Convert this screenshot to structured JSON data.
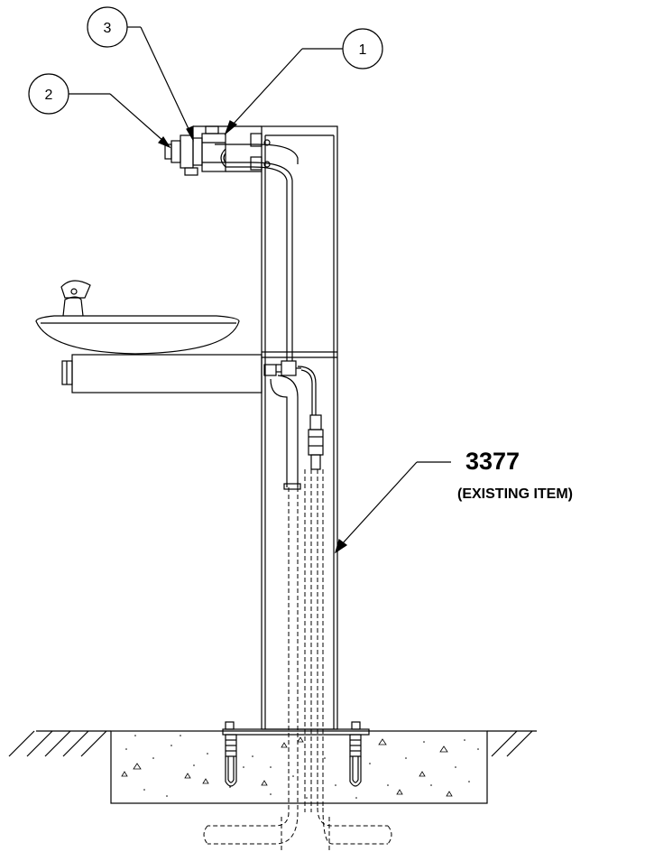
{
  "callouts": [
    {
      "id": "1",
      "label": "1"
    },
    {
      "id": "2",
      "label": "2"
    },
    {
      "id": "3",
      "label": "3"
    }
  ],
  "item": {
    "number": "3377",
    "description": "(EXISTING ITEM)"
  },
  "colors": {
    "line": "#000000",
    "background": "#ffffff"
  }
}
